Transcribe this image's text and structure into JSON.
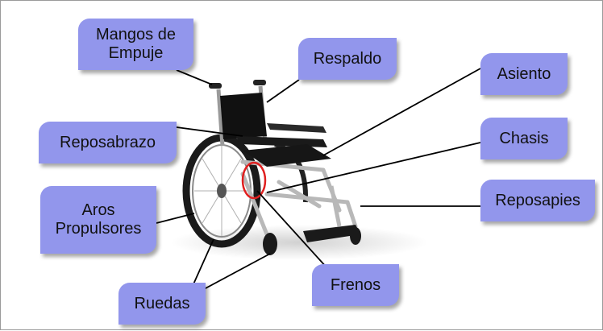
{
  "diagram": {
    "labels": {
      "mangos": [
        "Mangos de",
        "Empuje"
      ],
      "respaldo": "Respaldo",
      "asiento": "Asiento",
      "reposabrazo": "Reposabrazo",
      "chasis": "Chasis",
      "aros": [
        "Aros",
        "Propulsores"
      ],
      "reposapies": "Reposapies",
      "frenos": "Frenos",
      "ruedas": "Ruedas"
    },
    "colors": {
      "label_fill": "#9296ec",
      "leader_line": "#000000",
      "brake_highlight": "#e02020"
    }
  }
}
